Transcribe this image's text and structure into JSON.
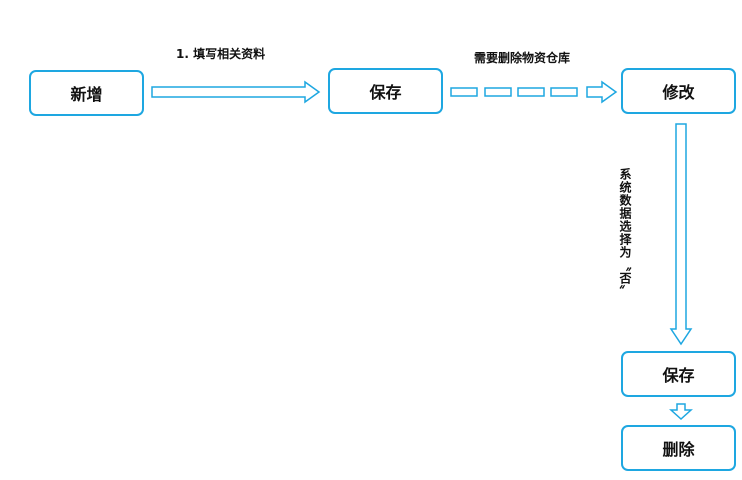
{
  "nodes": {
    "add": "新增",
    "save1": "保存",
    "modify": "修改",
    "save2": "保存",
    "delete": "删除"
  },
  "edges": {
    "fill_info": "1.  填写相关资料",
    "need_delete": "需要删除物资仓库",
    "system_data": "系统数据选择为〝否〞"
  },
  "colors": {
    "border": "#1ea7e1",
    "arrow": "#1ea7e1"
  }
}
